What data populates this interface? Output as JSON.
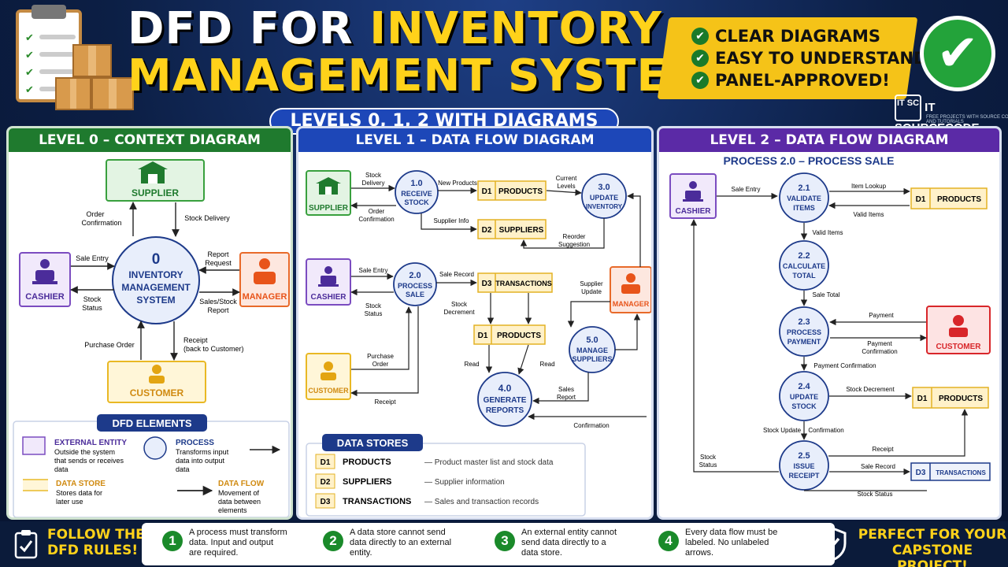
{
  "header": {
    "title_part1": "DFD FOR ",
    "title_part2": "INVENTORY",
    "title_line2": "MANAGEMENT SYSTEM",
    "subtitle": "LEVELS 0, 1, 2 WITH DIAGRAMS",
    "checklist": [
      "CLEAR DIAGRAMS",
      "EASY TO UNDERSTAND",
      "PANEL-APPROVED!"
    ],
    "logo_mark": "IT SC",
    "logo_name": "IT SOURCECODE",
    "logo_tagline": "FREE PROJECTS WITH SOURCE CODE AND TUTORIALS"
  },
  "colors": {
    "accent_yellow": "#ffd21a",
    "level0": "#1f7a2e",
    "level1": "#1d47b8",
    "level2": "#5b2aa6",
    "process": "#1d3a8a"
  },
  "level0": {
    "heading": "LEVEL 0 – CONTEXT DIAGRAM",
    "process_num": "0",
    "process_lines": [
      "INVENTORY",
      "MANAGEMENT",
      "SYSTEM"
    ],
    "supplier": "SUPPLIER",
    "cashier": "CASHIER",
    "manager": "MANAGER",
    "customer": "CUSTOMER",
    "flows": {
      "order_conf": [
        "Order",
        "Confirmation"
      ],
      "stock_delivery": "Stock Delivery",
      "sale_entry": "Sale Entry",
      "stock_status": [
        "Stock",
        "Status"
      ],
      "report_request": [
        "Report",
        "Request"
      ],
      "sales_report": [
        "Sales/Stock",
        "Report"
      ],
      "purchase_order": "Purchase Order",
      "receipt": [
        "Receipt",
        "(back to Customer)"
      ]
    },
    "elements": {
      "heading": "DFD ELEMENTS",
      "ext_title": "EXTERNAL ENTITY",
      "ext_desc": [
        "Outside the system",
        "that sends or receives",
        "data"
      ],
      "proc_title": "PROCESS",
      "proc_desc": [
        "Transforms input",
        "data into output",
        "data"
      ],
      "store_title": "DATA STORE",
      "store_desc": [
        "Stores data for",
        "later use"
      ],
      "flow_title": "DATA FLOW",
      "flow_desc": [
        "Movement of",
        "data between",
        "elements"
      ]
    }
  },
  "level1": {
    "heading": "LEVEL 1 – DATA FLOW DIAGRAM",
    "supplier": "SUPPLIER",
    "cashier": "CASHIER",
    "customer": "CUSTOMER",
    "manager": "MANAGER",
    "p1": [
      "1.0",
      "RECEIVE",
      "STOCK"
    ],
    "p2": [
      "2.0",
      "PROCESS",
      "SALE"
    ],
    "p3": [
      "3.0",
      "UPDATE",
      "INVENTORY"
    ],
    "p4": [
      "4.0",
      "GENERATE",
      "REPORTS"
    ],
    "p5": [
      "5.0",
      "MANAGE",
      "SUPPLIERS"
    ],
    "d1": "D1",
    "products": "PRODUCTS",
    "d2": "D2",
    "suppliers": "SUPPLIERS",
    "d3": "D3",
    "transactions": "TRANSACTIONS",
    "flows": {
      "stock_delivery": [
        "Stock",
        "Delivery"
      ],
      "order_conf": [
        "Order",
        "Confirmation"
      ],
      "new_products": "New Products",
      "current_levels": [
        "Current",
        "Levels"
      ],
      "supplier_info": "Supplier Info",
      "reorder": [
        "Reorder",
        "Suggestion"
      ],
      "sale_entry": "Sale Entry",
      "sale_record": "Sale Record",
      "stock_status": [
        "Stock",
        "Status"
      ],
      "stock_decrement": [
        "Stock",
        "Decrement"
      ],
      "supplier_update": [
        "Supplier",
        "Update"
      ],
      "purchase_order": [
        "Purchase",
        "Order"
      ],
      "read_left": "Read",
      "read_right": "Read",
      "sales_report": [
        "Sales",
        "Report"
      ],
      "receipt": "Receipt",
      "confirmation": "Confirmation"
    },
    "stores_heading": "DATA STORES",
    "stores": [
      {
        "id": "D1",
        "name": "PRODUCTS",
        "desc": "— Product master list and stock data"
      },
      {
        "id": "D2",
        "name": "SUPPLIERS",
        "desc": "— Supplier information"
      },
      {
        "id": "D3",
        "name": "TRANSACTIONS",
        "desc": "— Sales and transaction records"
      }
    ]
  },
  "level2": {
    "heading": "LEVEL 2 – DATA FLOW DIAGRAM",
    "subheading": "PROCESS 2.0 – PROCESS SALE",
    "cashier": "CASHIER",
    "customer": "CUSTOMER",
    "p21": [
      "2.1",
      "VALIDATE",
      "ITEMS"
    ],
    "p22": [
      "2.2",
      "CALCULATE",
      "TOTAL"
    ],
    "p23": [
      "2.3",
      "PROCESS",
      "PAYMENT"
    ],
    "p24": [
      "2.4",
      "UPDATE",
      "STOCK"
    ],
    "p25": [
      "2.5",
      "ISSUE",
      "RECEIPT"
    ],
    "d1": "D1",
    "products": "PRODUCTS",
    "d3": "D3",
    "transactions": "TRANSACTIONS",
    "flows": {
      "sale_entry": "Sale Entry",
      "item_lookup": "Item Lookup",
      "valid_items_store": "Valid Items",
      "valid_items": "Valid Items",
      "sale_total": "Sale Total",
      "payment": "Payment",
      "payment_conf": [
        "Payment",
        "Confirmation"
      ],
      "payment_confirmation": "Payment Confirmation",
      "stock_decrement": "Stock Decrement",
      "stock_update": "Stock Update",
      "confirmation": "Confirmation",
      "receipt": "Receipt",
      "sale_record": "Sale Record",
      "stock_status_left": [
        "Stock",
        "Status"
      ],
      "stock_status_bottom": "Stock Status"
    }
  },
  "footer": {
    "left": [
      "FOLLOW THE",
      "DFD RULES!"
    ],
    "right": [
      "PERFECT FOR YOUR",
      "CAPSTONE PROJECT!"
    ],
    "rules": [
      {
        "n": "1",
        "lines": [
          "A process must transform",
          "data. Input and output",
          "are required."
        ]
      },
      {
        "n": "2",
        "lines": [
          "A data store cannot send",
          "data directly to an external",
          "entity."
        ]
      },
      {
        "n": "3",
        "lines": [
          "An external entity cannot",
          "send data directly to a",
          "data store."
        ]
      },
      {
        "n": "4",
        "lines": [
          "Every data flow must be",
          "labeled. No unlabeled",
          "arrows."
        ]
      }
    ]
  }
}
